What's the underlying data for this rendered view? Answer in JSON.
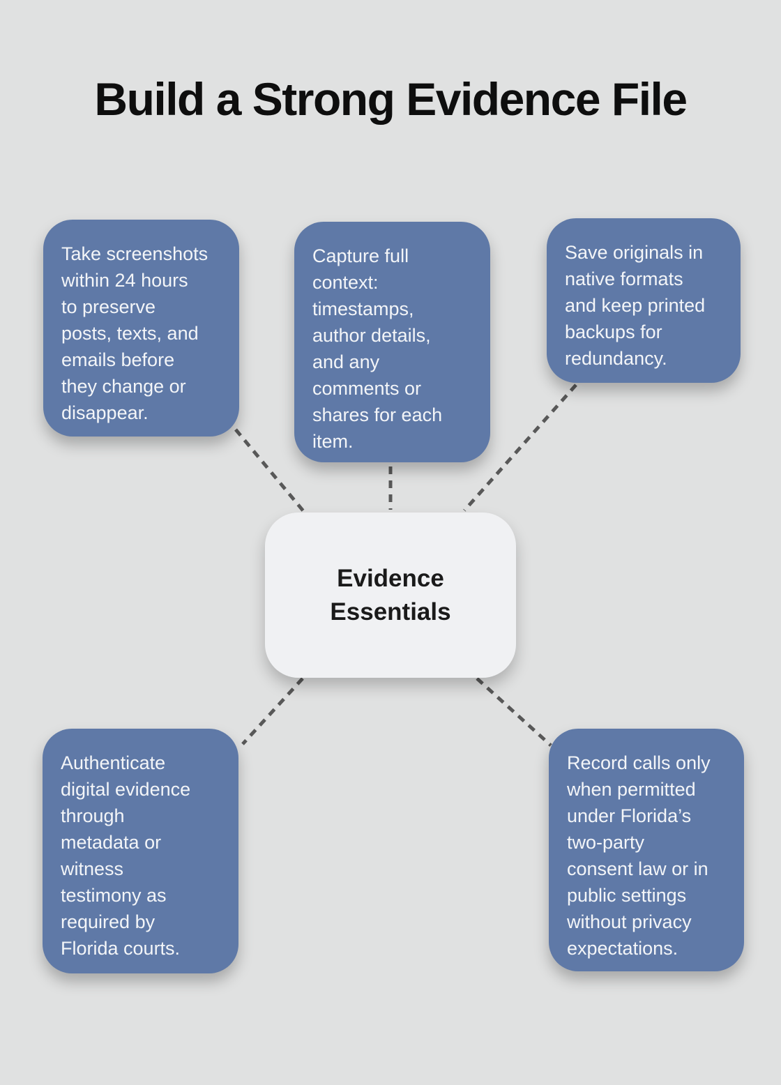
{
  "title": "Build a Strong Evidence File",
  "center": {
    "label": "Evidence\nEssentials"
  },
  "nodes": [
    {
      "id": "top-left",
      "text": "Take screenshots\nwithin 24 hours\nto preserve\nposts, texts, and\nemails before\nthey change or\ndisappear."
    },
    {
      "id": "top-middle",
      "text": "Capture full\ncontext:\ntimestamps,\nauthor details,\nand any\ncomments or\nshares for each\nitem."
    },
    {
      "id": "top-right",
      "text": "Save originals in\nnative formats\nand keep printed\nbackups for\nredundancy."
    },
    {
      "id": "bottom-left",
      "text": "Authenticate\ndigital evidence\nthrough\nmetadata or\nwitness\ntestimony as\nrequired by\nFlorida courts."
    },
    {
      "id": "bottom-right",
      "text": "Record calls only\nwhen permitted\nunder Florida’s\ntwo-party\nconsent law or in\npublic settings\nwithout privacy\nexpectations."
    }
  ],
  "colors": {
    "background": "#e0e1e1",
    "node-fill": "#5f79a7",
    "node-text": "#f3f5f8",
    "center-fill": "#f0f1f3",
    "center-text": "#1a1a1a",
    "connector": "#585858",
    "title-color": "#0e0e0e"
  }
}
